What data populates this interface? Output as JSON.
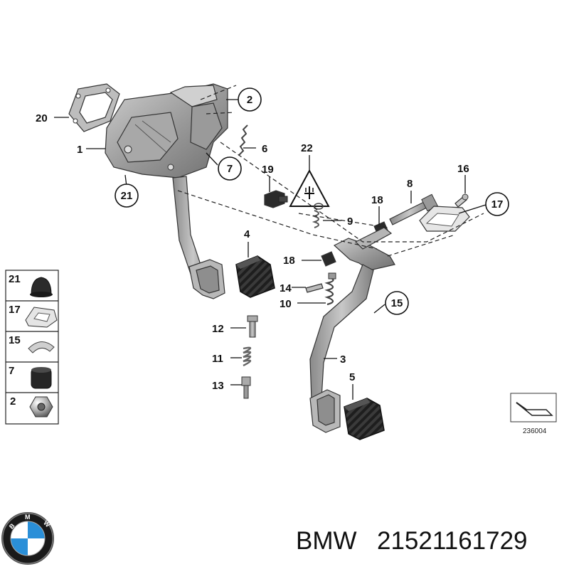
{
  "diagram": {
    "callouts": {
      "c1": "1",
      "c2": "2",
      "c3": "3",
      "c4": "4",
      "c5": "5",
      "c6": "6",
      "c7": "7",
      "c8": "8",
      "c9": "9",
      "c10": "10",
      "c11": "11",
      "c12": "12",
      "c13": "13",
      "c14": "14",
      "c15": "15",
      "c16": "16",
      "c17": "17",
      "c18a": "18",
      "c18b": "18",
      "c19": "19",
      "c20": "20",
      "c21": "21",
      "c22": "22"
    },
    "legend": [
      "21",
      "17",
      "15",
      "7",
      "2"
    ],
    "reference": "236004"
  },
  "footer": {
    "brand": "BMW",
    "part_number": "21521161729",
    "logo_letters": [
      "B",
      "M",
      "W"
    ],
    "colors": {
      "logo_blue": "#2a8fd8",
      "logo_ring": "#1a1a1a"
    }
  }
}
